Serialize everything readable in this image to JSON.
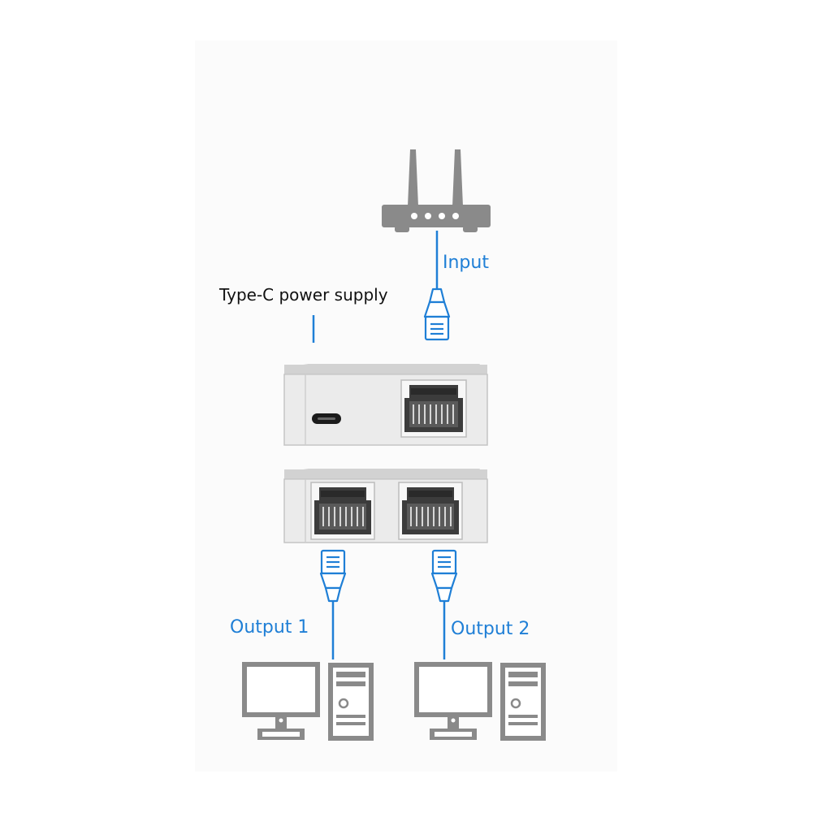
{
  "title": "Connection Diagram",
  "labels": {
    "input": "Input",
    "power": "Type-C power supply",
    "output1": "Output 1",
    "output2": "Output 2"
  },
  "colors": {
    "cable": "#1f7fd6",
    "device_gray": "#8a8a8a",
    "switch_body": "#e4e4e4",
    "text": "#111111"
  },
  "icons": [
    "router-icon",
    "ethernet-plug-icon",
    "usb-c-port-icon",
    "rj45-port-icon",
    "computer-icon"
  ]
}
